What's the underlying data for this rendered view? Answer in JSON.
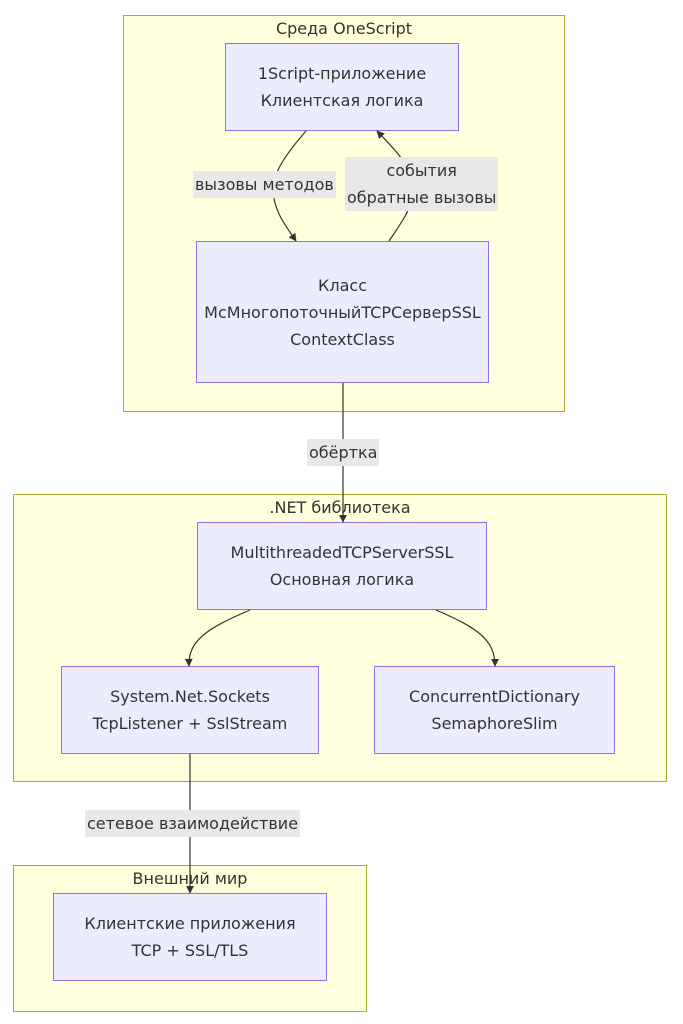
{
  "clusters": {
    "onescript": {
      "title": "Среда OneScript"
    },
    "dotnet": {
      "title": ".NET библиотека"
    },
    "external": {
      "title": "Внешний мир"
    }
  },
  "nodes": {
    "app": {
      "lines": [
        "1Script-приложение",
        "Клиентская логика"
      ]
    },
    "context_class": {
      "lines": [
        "Класс",
        "МсМногопоточныйTCPСерверSSL",
        "ContextClass"
      ]
    },
    "core": {
      "lines": [
        "MultithreadedTCPServerSSL",
        "Основная логика"
      ]
    },
    "sockets": {
      "lines": [
        "System.Net.Sockets",
        "TcpListener + SslStream"
      ]
    },
    "concurrency": {
      "lines": [
        "ConcurrentDictionary",
        "SemaphoreSlim"
      ]
    },
    "clients": {
      "lines": [
        "Клиентские приложения",
        "TCP + SSL/TLS"
      ]
    }
  },
  "edges": {
    "method_calls": {
      "lines": [
        "вызовы методов"
      ]
    },
    "events": {
      "lines": [
        "события",
        "обратные вызовы"
      ]
    },
    "wrapper": {
      "lines": [
        "обёртка"
      ]
    },
    "network": {
      "lines": [
        "сетевое взаимодействие"
      ]
    }
  },
  "colors": {
    "cluster_fill": "#ffffde",
    "cluster_border": "#aaaa33",
    "node_fill": "#ececff",
    "node_border": "#9370db",
    "edge_label_bg": "#e8e8e8",
    "edge_stroke": "#333333"
  }
}
